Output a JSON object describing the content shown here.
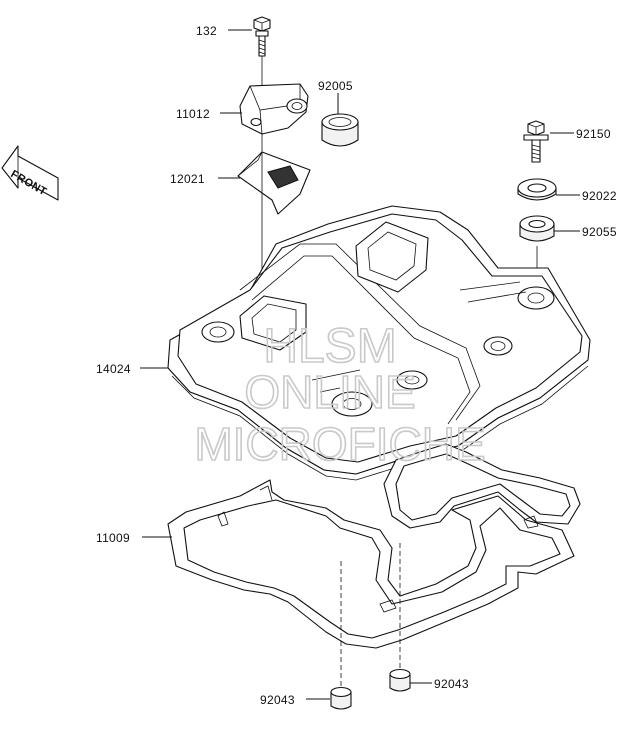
{
  "watermark": {
    "line1": "HLSM",
    "line2": "ONLINE",
    "line3": "MICROFICHE"
  },
  "front_label": "FRONT",
  "callouts": [
    {
      "id": "132",
      "text": "132"
    },
    {
      "id": "11012",
      "text": "11012"
    },
    {
      "id": "92005",
      "text": "92005"
    },
    {
      "id": "12021",
      "text": "12021"
    },
    {
      "id": "92150",
      "text": "92150"
    },
    {
      "id": "92022",
      "text": "92022"
    },
    {
      "id": "92055",
      "text": "92055"
    },
    {
      "id": "14024",
      "text": "14024"
    },
    {
      "id": "11009",
      "text": "11009"
    },
    {
      "id": "92043-left",
      "text": "92043"
    },
    {
      "id": "92043-right",
      "text": "92043"
    }
  ]
}
